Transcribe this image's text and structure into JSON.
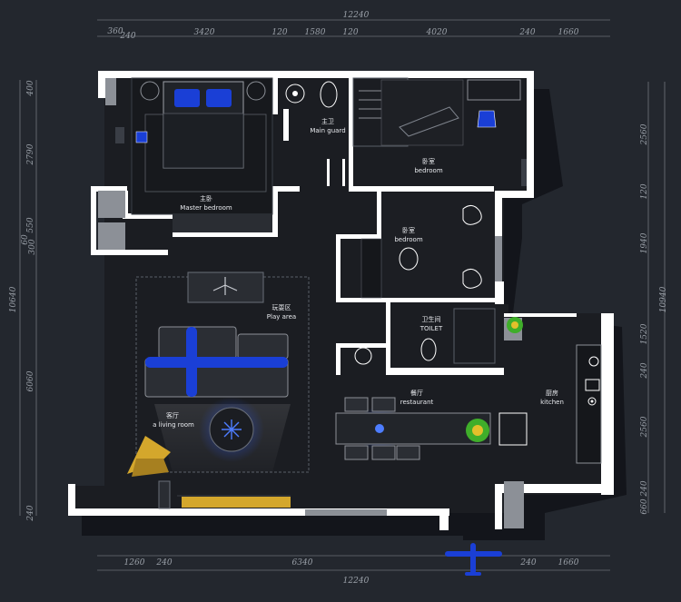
{
  "dimensions": {
    "top_total": "12240",
    "top": [
      "360",
      "240",
      "3420",
      "120",
      "1580",
      "120",
      "4020",
      "240",
      "1660"
    ],
    "bottom_total": "12240",
    "bottom": [
      "1260",
      "240",
      "6340",
      "240",
      "1660"
    ],
    "left_total": "10640",
    "left": [
      "400",
      "2790",
      "550",
      "60",
      "300",
      "6060",
      "240"
    ],
    "right_total": "10940",
    "right": [
      "2560",
      "120",
      "1940",
      "1520",
      "240",
      "2560",
      "240",
      "660"
    ]
  },
  "rooms": {
    "master_bedroom": {
      "cn": "主卧",
      "en": "Master bedroom"
    },
    "main_guard": {
      "cn": "主卫",
      "en": "Main guard"
    },
    "bedroom_1": {
      "cn": "卧室",
      "en": "bedroom"
    },
    "bedroom_2": {
      "cn": "卧室",
      "en": "bedroom"
    },
    "play_area": {
      "cn": "玩耍区",
      "en": "Play area"
    },
    "toilet": {
      "cn": "卫生间",
      "en": "TOILET"
    },
    "restaurant": {
      "cn": "餐厅",
      "en": "restaurant"
    },
    "kitchen": {
      "cn": "厨房",
      "en": "kitchen"
    },
    "living_room": {
      "cn": "客厅",
      "en": "a living room"
    }
  },
  "colors": {
    "background": "#23272e",
    "wall": "#ffffff",
    "floor": "#1b1d22",
    "accent_blue": "#1a3fd6",
    "accent_gold": "#d4a72c",
    "plant_green": "#3fae2a"
  }
}
